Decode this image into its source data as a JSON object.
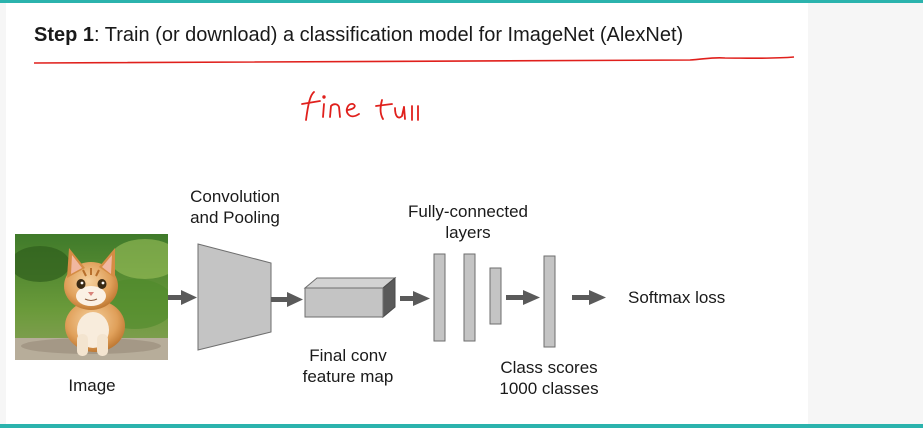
{
  "title": {
    "step": "Step 1",
    "rest": ": Train (or download) a classification model for ImageNet (AlexNet)"
  },
  "handwriting": "fine tu",
  "labels": {
    "image": "Image",
    "conv_line1": "Convolution",
    "conv_line2": "and Pooling",
    "final_line1": "Final conv",
    "final_line2": "feature map",
    "fc_line1": "Fully-connected",
    "fc_line2": "layers",
    "scores_line1": "Class scores",
    "scores_line2": "1000 classes",
    "softmax": "Softmax loss"
  },
  "colors": {
    "annotation": "#e0201c",
    "block_fill": "#c4c4c4",
    "block_stroke": "#6e6e6e",
    "arrow": "#5a5a5a",
    "frame": "#2bb3ad"
  }
}
